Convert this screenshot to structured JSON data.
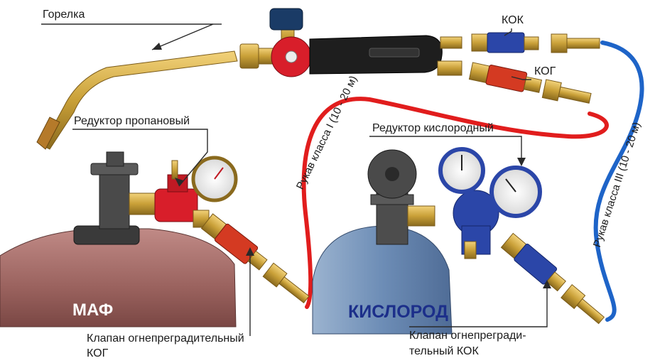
{
  "labels": {
    "torch": "Горелка",
    "kok_top": "КОК",
    "kog_top": "КОГ",
    "propane_reducer": "Редуктор пропановый",
    "oxygen_reducer": "Редуктор кислородный",
    "hose_class1": "Рукав класса I (10 - 20 м)",
    "hose_class3": "Рукав класса III (10 - 20 м)",
    "cylinder_maf": "МАФ",
    "cylinder_oxygen": "КИСЛОРОД",
    "valve_kog_line1": "Клапан огнепреградительный",
    "valve_kog_line2": "КОГ",
    "valve_kok_line1": "Клапан огнепрегради-",
    "valve_kok_line2": "тельный КОК"
  },
  "colors": {
    "fuel_hose": "#e11d1d",
    "oxygen_hose": "#1e64c8",
    "brass": "#c9a038",
    "maf_cylinder": "#a26a66",
    "oxygen_cylinder": "#6f8fb6",
    "propane_reducer": "#d81e2a",
    "oxygen_reducer": "#2b46a8"
  }
}
